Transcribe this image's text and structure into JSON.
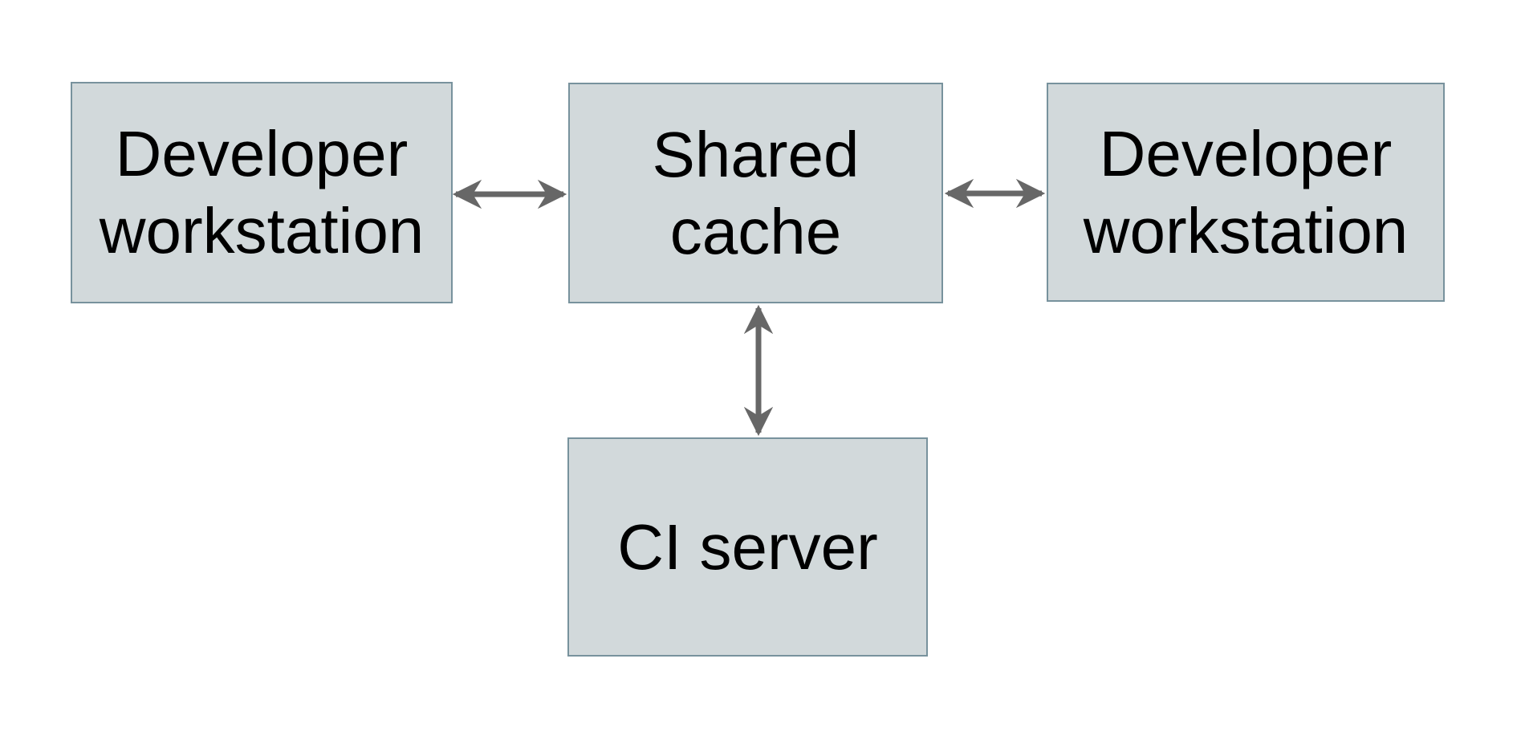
{
  "diagram": {
    "title": "",
    "type": "architecture-diagram",
    "nodes": [
      {
        "id": "dev-workstation-left",
        "label": "Developer\nworkstation"
      },
      {
        "id": "shared-cache",
        "label": "Shared\ncache"
      },
      {
        "id": "dev-workstation-right",
        "label": "Developer\nworkstation"
      },
      {
        "id": "ci-server",
        "label": "CI server"
      }
    ],
    "edges": [
      {
        "from": "dev-workstation-left",
        "to": "shared-cache",
        "direction": "bidirectional"
      },
      {
        "from": "shared-cache",
        "to": "dev-workstation-right",
        "direction": "bidirectional"
      },
      {
        "from": "shared-cache",
        "to": "ci-server",
        "direction": "bidirectional"
      }
    ],
    "colors": {
      "page_bg": "#ffffff",
      "node_fill": "#d2d9db",
      "node_border": "#78929d",
      "arrow": "#676767",
      "text": "#000000"
    }
  }
}
